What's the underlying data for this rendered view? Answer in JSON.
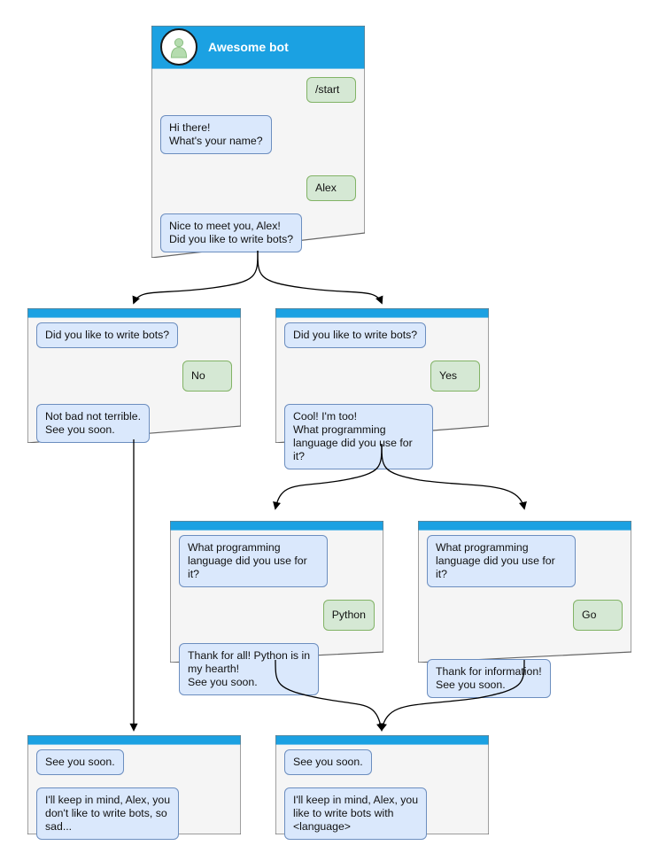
{
  "diagram": {
    "title": "Awesome bot chat flow",
    "colors": {
      "header_blue": "#1ba1e2",
      "panel_bg": "#f5f5f5",
      "panel_border": "#666666",
      "bot_bubble_fill": "#dae8fc",
      "bot_bubble_stroke": "#6c8ebf",
      "user_bubble_fill": "#d5e8d4",
      "user_bubble_stroke": "#82b366",
      "edge_stroke": "#000000",
      "avatar_fill": "#ffffff",
      "avatar_person": "#b5dcaf"
    }
  },
  "nodes": {
    "start": {
      "header_title": "Awesome bot",
      "avatar_icon": "person-avatar-icon",
      "messages": [
        {
          "side": "user",
          "text": "/start"
        },
        {
          "side": "bot",
          "text": "Hi there!\nWhat's your name?"
        },
        {
          "side": "user",
          "text": "Alex"
        },
        {
          "side": "bot",
          "text": "Nice to meet you, Alex!\nDid you like to write bots?"
        }
      ]
    },
    "no_branch": {
      "messages": [
        {
          "side": "bot",
          "text": "Did you like to write bots?"
        },
        {
          "side": "user",
          "text": "No"
        },
        {
          "side": "bot",
          "text": "Not bad not terrible.\nSee you soon."
        }
      ]
    },
    "yes_branch": {
      "messages": [
        {
          "side": "bot",
          "text": "Did you like to write bots?"
        },
        {
          "side": "user",
          "text": "Yes"
        },
        {
          "side": "bot",
          "text": "Cool! I'm too!\nWhat programming\nlanguage did you use for it?"
        }
      ]
    },
    "python_branch": {
      "messages": [
        {
          "side": "bot",
          "text": "What programming\nlanguage did you use for it?"
        },
        {
          "side": "user",
          "text": "Python"
        },
        {
          "side": "bot",
          "text": "Thank for all! Python is in\nmy hearth!\nSee you soon."
        }
      ]
    },
    "go_branch": {
      "messages": [
        {
          "side": "bot",
          "text": "What programming\nlanguage did you use for it?"
        },
        {
          "side": "user",
          "text": "Go"
        },
        {
          "side": "bot",
          "text": "Thank for information!\nSee you soon."
        }
      ]
    },
    "end_sad": {
      "messages": [
        {
          "side": "bot",
          "text": "See you soon."
        },
        {
          "side": "bot",
          "text": "I'll keep in mind, Alex, you\ndon't like to write bots, so\nsad..."
        }
      ]
    },
    "end_happy": {
      "messages": [
        {
          "side": "bot",
          "text": "See you soon."
        },
        {
          "side": "bot",
          "text": "I'll keep in mind, Alex, you\nlike to write bots with\n<language>"
        }
      ]
    }
  }
}
